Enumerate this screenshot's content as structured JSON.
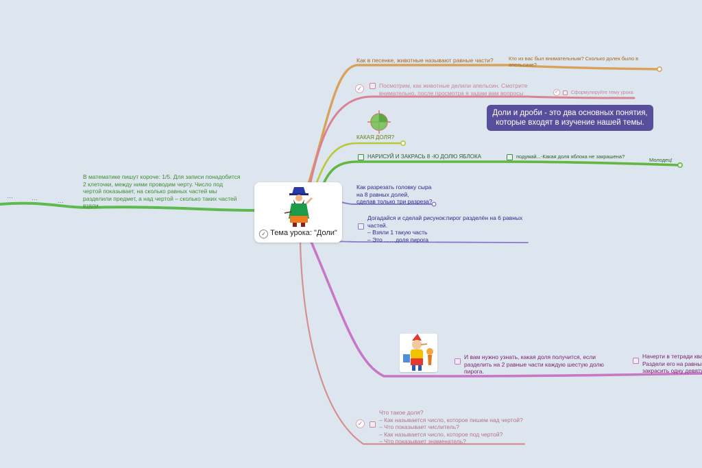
{
  "colors": {
    "background": "#dde6ee",
    "orange": "#d9a15a",
    "pink": "#d98294",
    "yellowgreen": "#b6c93a",
    "green": "#63b640",
    "violet": "#8a79c9",
    "magenta": "#c877c6",
    "rose": "#d49090",
    "leftgreen": "#5dba4e",
    "callout": "#594e9c"
  },
  "central": {
    "title": "Тема урока: \"Доли\"",
    "image_icon": "wizard-character-icon"
  },
  "ellipsis": "…",
  "callout": {
    "text": "Доли и дроби - это два основных понятия,\nкоторые входят в изучение нашей темы."
  },
  "nodes": {
    "orange_main": "Как в песенке, животные называют равные части?",
    "orange_sub": "Кто из вас был внимательным? Сколько долек было в\nапельсине?",
    "pink_main": "Посмотрим, как животные делили апельсин. Смотрите\nвнимательно, после просмотра я задам вам вопросы",
    "pink_sub": "Сформулируйте тему урока",
    "yellowgreen_main": "КАКАЯ ДОЛЯ?",
    "green_main": "НАРИСУЙ И ЗАКРАСЬ 8 -Ю ДОЛЮ ЯБЛОКА",
    "green_sub": "подумай...-Какая доля яблока не закрашена?",
    "green_sub2": "Молодец!",
    "violet_main": "Как разрезать головку сыра\nна 8 равных долей,\nсделав только три разреза?",
    "violet2_main": "Догадайся и сделай рисунок:пирог разделён на 6 равных\nчастей.\n– Взяли 1 такую часть\n– Это ……доля пирога",
    "magenta_main": "И вам нужно узнать, какая доля получится, если\nразделить на 2 равные части каждую шестую долю\nпирога.",
    "magenta_sub": "Начерти в тетради квадрат.\nРаздели его на равные части и\nзакрасить одну девятую",
    "rose_main": "Что такое доля?\n– Как называется число, которое пишем над чертой?\n– Что показывает числитель?\n– Как называется число, которое под чертой?\n– Что показывает знаменатель?",
    "left_main": "В математике пишут короче: 1/5. Для записи понадобится\n2 клеточки, между ними проводим черту. Число под\nчертой показывает, на сколько равных частей мы\nразделили предмет, а над чертой – сколько таких частей\nвзяли."
  }
}
